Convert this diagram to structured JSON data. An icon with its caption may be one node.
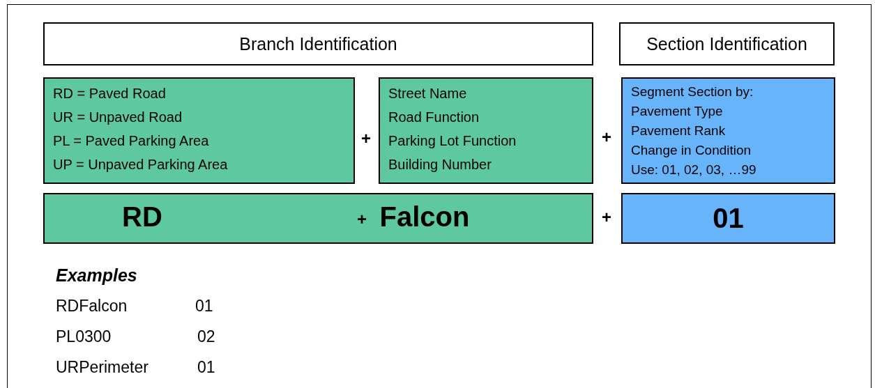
{
  "diagram": {
    "nodes": [
      {
        "text": [
          "Branch Identification"
        ]
      },
      {
        "text": [
          "Section Identification"
        ]
      },
      {
        "text": [
          "RD = Paved Road",
          "UR = Unpaved Road",
          "PL = Paved Parking Area",
          "UP = Unpaved Parking Area"
        ]
      },
      {
        "text": [
          "Street Name",
          "Road Function",
          "Parking Lot Function",
          "Building Number"
        ]
      },
      {
        "text": [
          "Segment Section by:",
          "Pavement Type",
          "Pavement Rank",
          "Change in Condition",
          "Use: 01, 02, 03, …99"
        ]
      },
      {
        "text": [
          "RD",
          "+",
          "Falcon"
        ]
      },
      {
        "text": [
          "01"
        ]
      }
    ],
    "labels": [
      "+",
      "+",
      "+",
      "Examples",
      "RDFalcon",
      "01",
      "PL0300",
      "02",
      "URPerimeter",
      "01"
    ]
  }
}
